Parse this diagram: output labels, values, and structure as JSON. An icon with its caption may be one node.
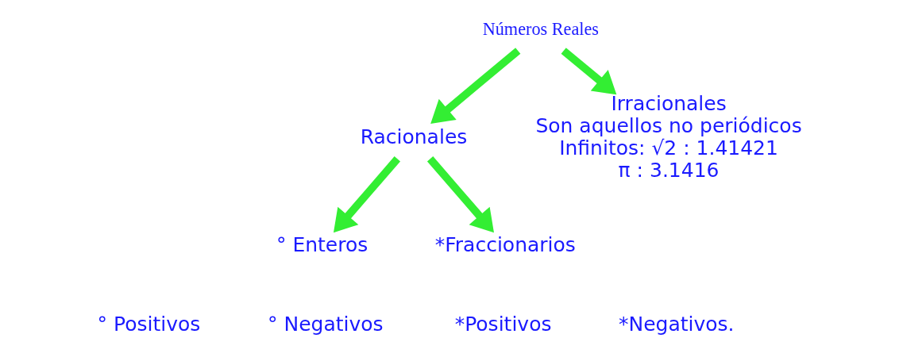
{
  "diagram": {
    "nodes": [
      {
        "text": [
          "Números Reales"
        ]
      },
      {
        "text": [
          "Racionales"
        ]
      },
      {
        "text": [
          "Irracionales",
          "Son aquellos no periódicos",
          "Infinitos: √2 : 1.41421",
          "π : 3.1416"
        ]
      },
      {
        "text": [
          "° Enteros"
        ]
      },
      {
        "text": [
          "*Fraccionarios"
        ]
      }
    ],
    "edges": [
      {
        "from": 0,
        "to": 1,
        "arrow": "to"
      },
      {
        "from": 0,
        "to": 2,
        "arrow": "to"
      },
      {
        "from": 1,
        "to": 3,
        "arrow": "to"
      },
      {
        "from": 1,
        "to": 4,
        "arrow": "to"
      }
    ],
    "labels": [
      "° Positivos",
      "° Negativos",
      "*Positivos",
      "*Negativos."
    ]
  }
}
